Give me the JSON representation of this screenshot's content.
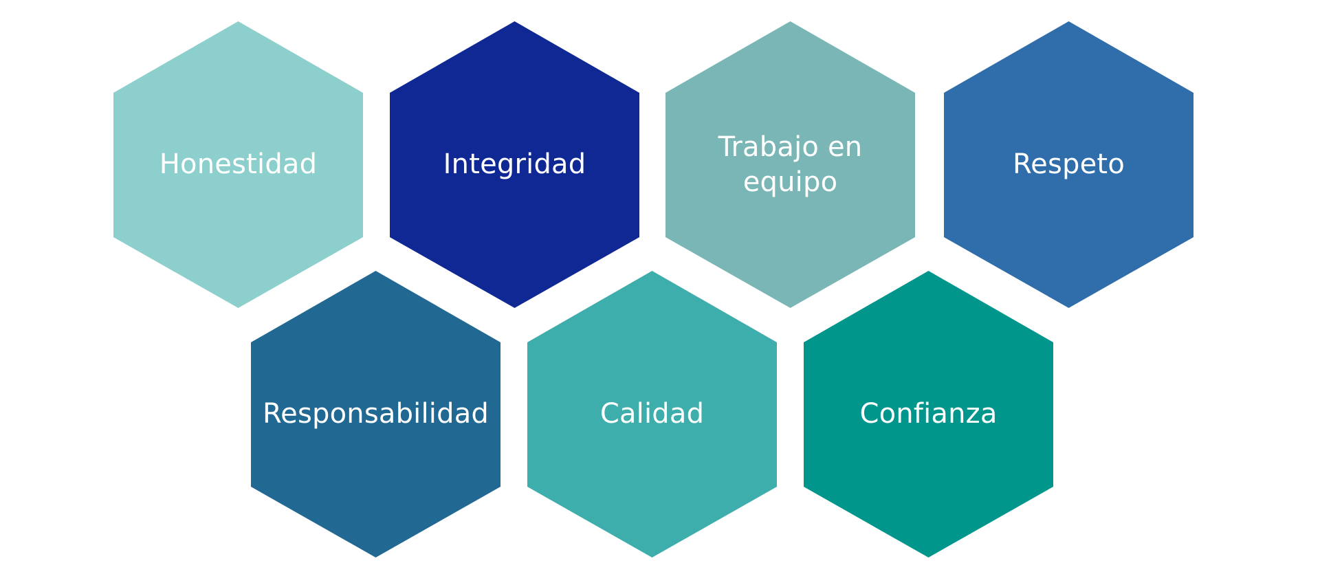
{
  "hexagons": [
    {
      "label": "Honestidad",
      "color": "#8ccfcd"
    },
    {
      "label": "Integridad",
      "color": "#102894"
    },
    {
      "label_lines": [
        "Trabajo en",
        "equipo"
      ],
      "color": "#79b6b5"
    },
    {
      "label": "Respeto",
      "color": "#2f6dab"
    },
    {
      "label": "Responsabilidad",
      "color": "#216993"
    },
    {
      "label": "Calidad",
      "color": "#3daeab"
    },
    {
      "label": "Confianza",
      "color": "#00968c"
    }
  ]
}
